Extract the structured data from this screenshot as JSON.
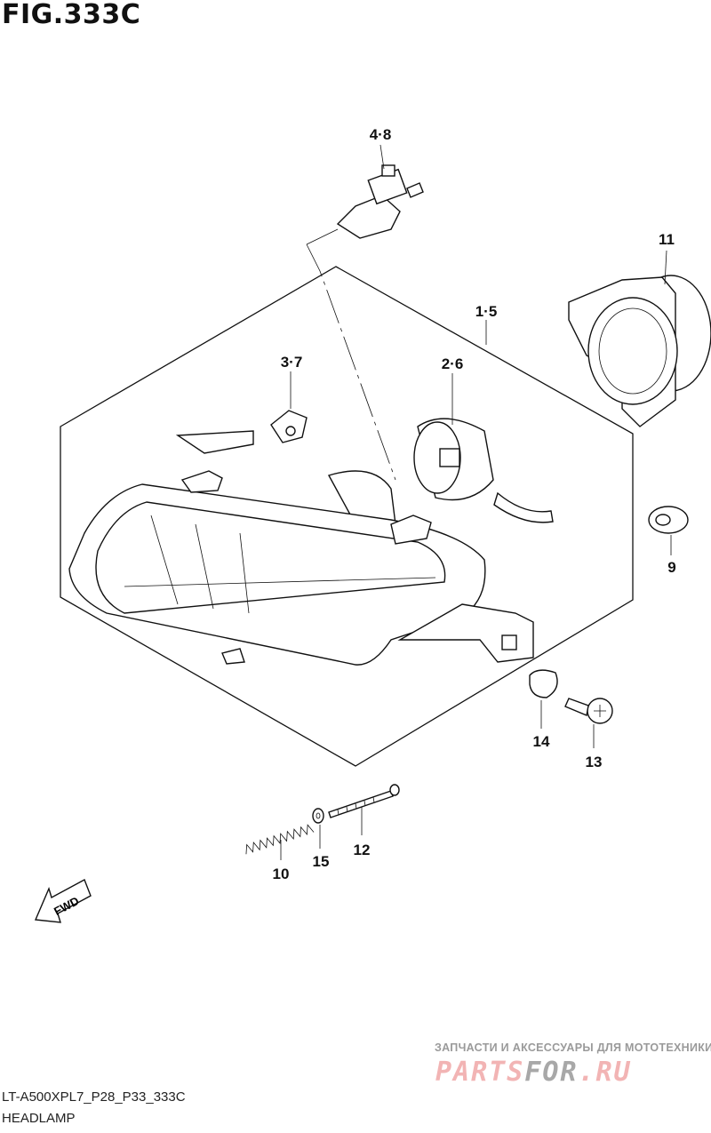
{
  "figure": {
    "title": "FIG.333C"
  },
  "callouts": {
    "bulb": "4·8",
    "ring": "11",
    "headlamp_assy": "1·5",
    "clip": "3·7",
    "socket": "2·6",
    "grommet": "9",
    "cushion": "14",
    "screw": "13",
    "adjust_screw": "12",
    "washer": "15",
    "spring": "10"
  },
  "direction_badge": "FWD",
  "footer": {
    "code": "LT-A500XPL7_P28_P33_333C",
    "name": "HEADLAMP"
  },
  "watermark": {
    "subtitle": "ЗАПЧАСТИ И АКСЕССУАРЫ ДЛЯ МОТОТЕХНИКИ",
    "logo_a": "PARTS",
    "logo_b": "FOR",
    "logo_c": ".RU"
  }
}
